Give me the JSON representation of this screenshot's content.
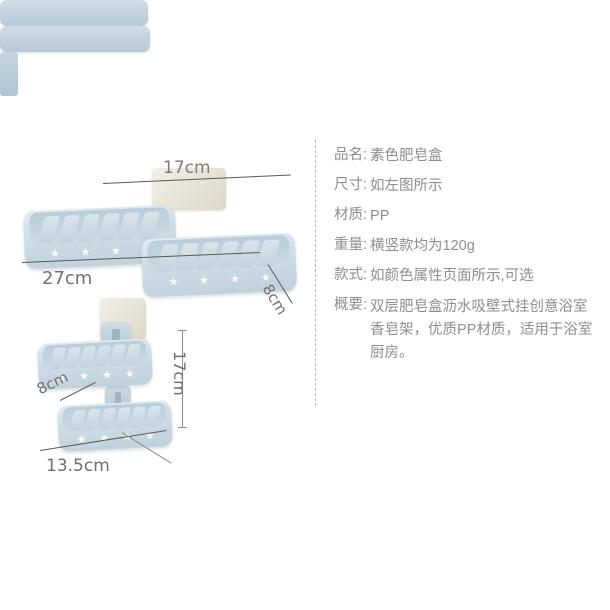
{
  "spec": {
    "rows": [
      {
        "label": "品名",
        "colon": ":",
        "value": "素色肥皂盒"
      },
      {
        "label": "尺寸",
        "colon": ":",
        "value": "如左图所示"
      },
      {
        "label": "材质",
        "colon": ":",
        "value": "PP"
      },
      {
        "label": "重量",
        "colon": ":",
        "value": "横竖款均为120g"
      },
      {
        "label": "款式",
        "colon": ":",
        "value": "如颜色属性页面所示,可选"
      },
      {
        "label": "概要",
        "colon": ":",
        "value": "双层肥皂盒沥水吸壁式挂创意浴室香皂架，优质PP材质，适用于浴室厨房。"
      }
    ]
  },
  "illustration": {
    "horizontal": {
      "width_label": "27cm",
      "depth_label": "17cm",
      "height_label": "8cm"
    },
    "vertical": {
      "width_label": "13.5cm",
      "depth_label": "8cm",
      "height_label": "17cm"
    }
  },
  "colors": {
    "background": "#ffffff",
    "product_light": "#e2ecf1",
    "product_mid": "#cfdde6",
    "product_dark": "#bed0db",
    "adhesive_pad": "#e6e1d4",
    "spec_text": "#8e8e8e",
    "dimension_text": "#6f6f6f",
    "dimension_rule": "#5a5a5a",
    "divider": "#b9b9b9"
  }
}
